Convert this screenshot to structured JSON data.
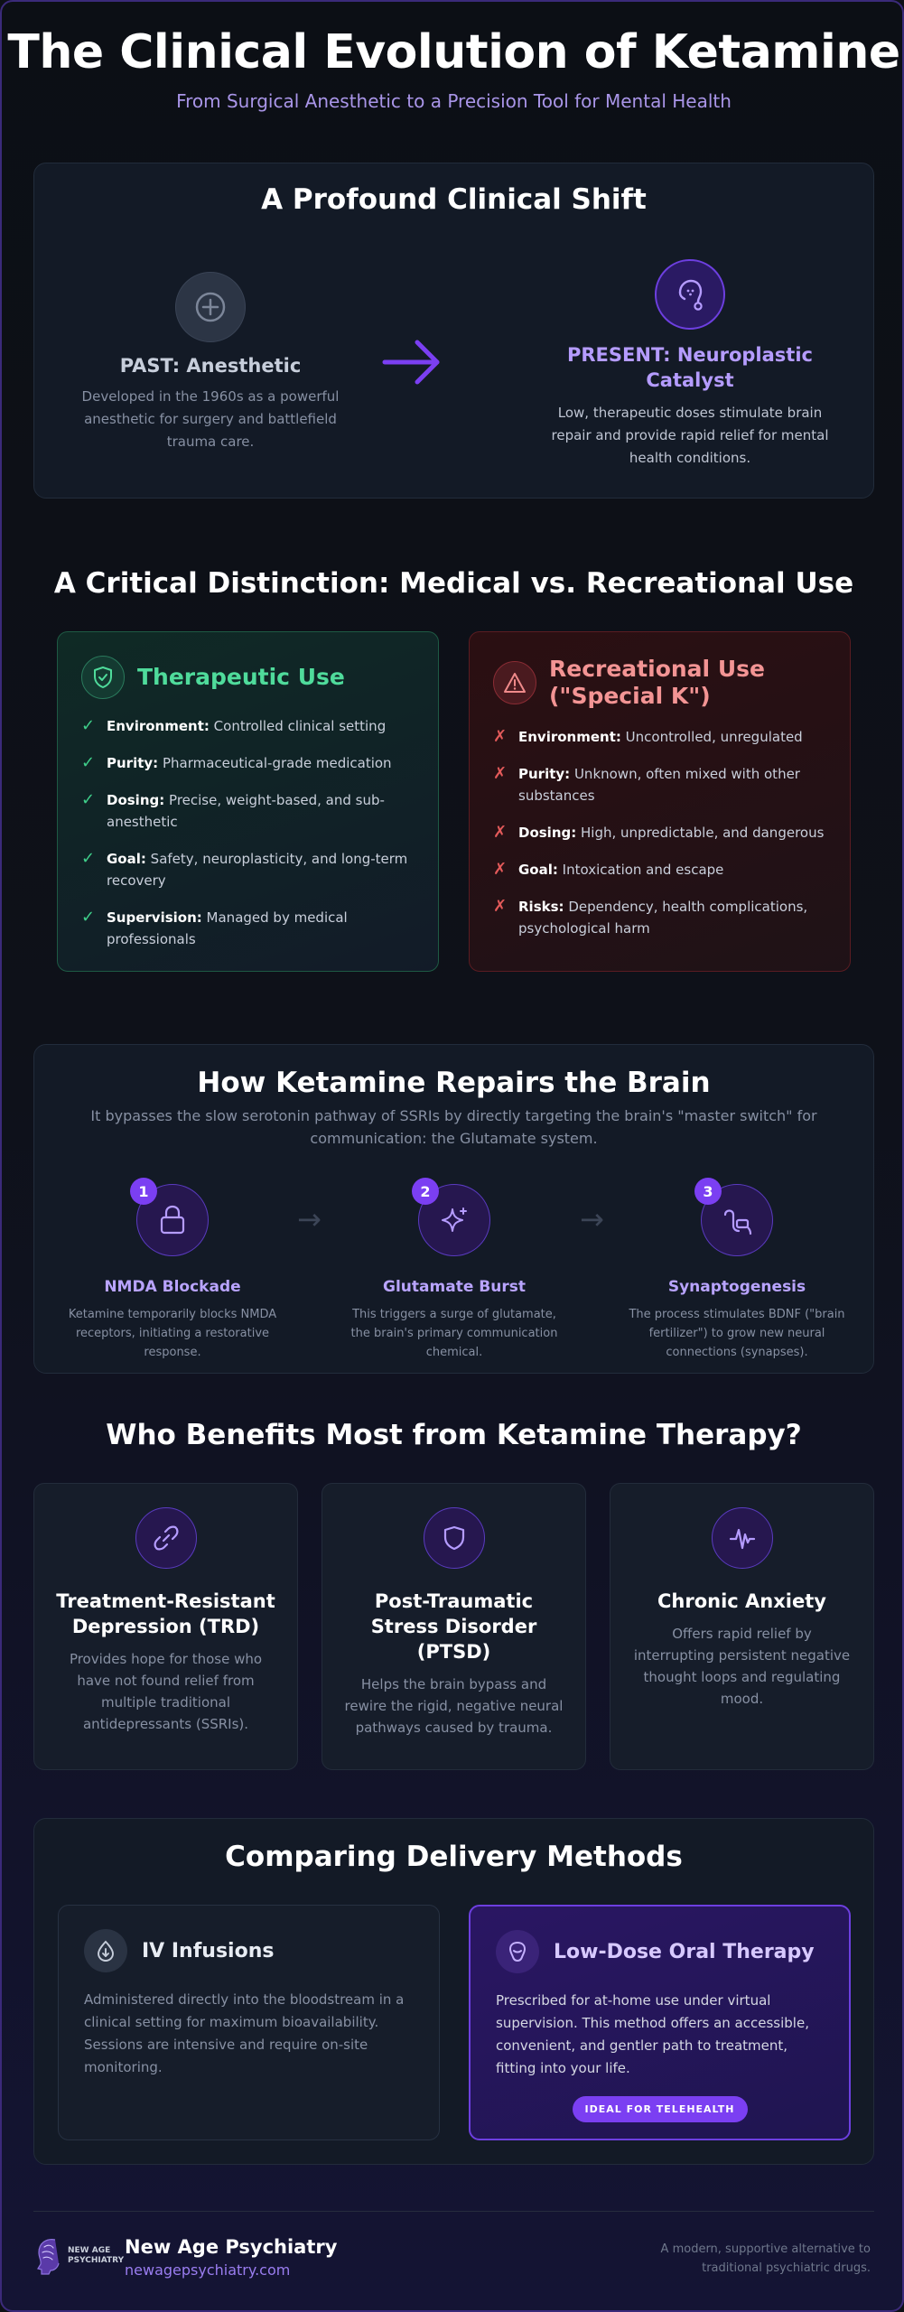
{
  "header": {
    "title": "The Clinical Evolution of Ketamine",
    "subtitle": "From Surgical Anesthetic to a Precision Tool for Mental Health"
  },
  "shift": {
    "title": "A Profound Clinical Shift",
    "past": {
      "icon": "plus-circle-icon",
      "label": "PAST: Anesthetic",
      "desc": "Developed in the 1960s as a powerful anesthetic for surgery and battlefield trauma care."
    },
    "arrow_icon": "arrow-right-icon",
    "present": {
      "icon": "brain-head-icon",
      "label": "PRESENT: Neuroplastic Catalyst",
      "desc": "Low, therapeutic doses stimulate brain repair and provide rapid relief for mental health conditions."
    }
  },
  "distinction": {
    "title": "A Critical Distinction: Medical vs. Recreational Use",
    "therapeutic": {
      "icon": "shield-check-icon",
      "title": "Therapeutic Use",
      "items": [
        {
          "key": "Environment:",
          "text": "Controlled clinical setting"
        },
        {
          "key": "Purity:",
          "text": "Pharmaceutical-grade medication"
        },
        {
          "key": "Dosing:",
          "text": "Precise, weight-based, and sub-anesthetic"
        },
        {
          "key": "Goal:",
          "text": "Safety, neuroplasticity, and long-term recovery"
        },
        {
          "key": "Supervision:",
          "text": "Managed by medical professionals"
        }
      ]
    },
    "recreational": {
      "icon": "warning-triangle-icon",
      "title": "Recreational Use (\"Special K\")",
      "items": [
        {
          "key": "Environment:",
          "text": "Uncontrolled, unregulated"
        },
        {
          "key": "Purity:",
          "text": "Unknown, often mixed with other substances"
        },
        {
          "key": "Dosing:",
          "text": "High, unpredictable, and dangerous"
        },
        {
          "key": "Goal:",
          "text": "Intoxication and escape"
        },
        {
          "key": "Risks:",
          "text": "Dependency, health complications, psychological harm"
        }
      ]
    }
  },
  "repair": {
    "title": "How Ketamine Repairs the Brain",
    "intro": "It bypasses the slow serotonin pathway of SSRIs by directly targeting the brain's \"master switch\" for communication: the Glutamate system.",
    "steps": [
      {
        "num": "1",
        "icon": "lock-icon",
        "label": "NMDA Blockade",
        "desc": "Ketamine temporarily blocks NMDA receptors, initiating a restorative response."
      },
      {
        "num": "2",
        "icon": "sparkle-icon",
        "label": "Glutamate Burst",
        "desc": "This triggers a surge of glutamate, the brain's primary communication chemical."
      },
      {
        "num": "3",
        "icon": "route-icon",
        "label": "Synaptogenesis",
        "desc": "The process stimulates BDNF (\"brain fertilizer\") to grow new neural connections (synapses)."
      }
    ],
    "arrow": "→"
  },
  "benefits": {
    "title": "Who Benefits Most from Ketamine Therapy?",
    "cards": [
      {
        "icon": "link-icon",
        "title": "Treatment-Resistant Depression (TRD)",
        "desc": "Provides hope for those who have not found relief from multiple traditional antidepressants (SSRIs)."
      },
      {
        "icon": "shield-icon",
        "title": "Post-Traumatic Stress Disorder (PTSD)",
        "desc": "Helps the brain bypass and rewire the rigid, negative neural pathways caused by trauma."
      },
      {
        "icon": "pulse-icon",
        "title": "Chronic Anxiety",
        "desc": "Offers rapid relief by interrupting persistent negative thought loops and regulating mood."
      }
    ]
  },
  "delivery": {
    "title": "Comparing Delivery Methods",
    "iv": {
      "icon": "drip-icon",
      "title": "IV Infusions",
      "desc": "Administered directly into the bloodstream in a clinical setting for maximum bioavailability. Sessions are intensive and require on-site monitoring."
    },
    "oral": {
      "icon": "mouth-icon",
      "title": "Low-Dose Oral Therapy",
      "desc": "Prescribed for at-home use under virtual supervision. This method offers an accessible, convenient, and gentler path to treatment, fitting into your life.",
      "badge": "IDEAL FOR TELEHEALTH"
    }
  },
  "footer": {
    "logo_text": "NEW AGE PSYCHIATRY",
    "brand": "New Age Psychiatry",
    "url": "newagepsychiatry.com",
    "tagline": "A modern, supportive alternative to traditional psychiatric drugs."
  },
  "colors": {
    "accent": "#7b3ff2",
    "therapeutic": "#4fdb9b",
    "recreational": "#f39494"
  }
}
